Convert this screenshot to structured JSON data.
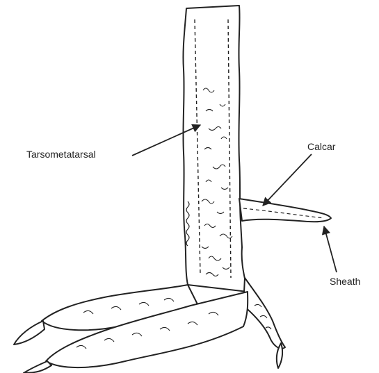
{
  "labels": {
    "tarsometatarsal": "Tarsometatarsal",
    "calcar": "Calcar",
    "sheath": "Sheath"
  },
  "style": {
    "ink": "#222222",
    "background": "#ffffff"
  }
}
